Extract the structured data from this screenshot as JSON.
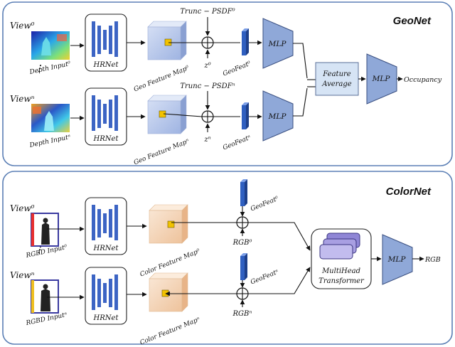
{
  "geonet": {
    "title": "GeoNet",
    "view_0": "View⁰",
    "view_n": "Viewⁿ",
    "depth_input_0": "Depth Input⁰",
    "depth_input_n": "Depth Inputⁿ",
    "hrnet": "HRNet",
    "geo_feature_map_0": "Geo Feature Map⁰",
    "geo_feature_map_n": "Geo Feature Mapⁿ",
    "trunc_psdf_0": "Trunc − PSDF⁰",
    "trunc_psdf_n": "Trunc − PSDFⁿ",
    "z_0": "z⁰",
    "z_n": "zⁿ",
    "geofeat_0": "GeoFeat⁰",
    "geofeat_n": "GeoFeatⁿ",
    "mlp": "MLP",
    "feature_average_line1": "Feature",
    "feature_average_line2": "Average",
    "occupancy": "Occupancy"
  },
  "colornet": {
    "title": "ColorNet",
    "view_0": "View⁰",
    "view_n": "Viewⁿ",
    "rgbd_input_0": "RGBD Input⁰",
    "rgbd_input_n": "RGBD Inputⁿ",
    "hrnet": "HRNet",
    "color_feature_map_0": "Color Feature Map⁰",
    "color_feature_map_n": "Color Feature Mapⁿ",
    "geofeat_0": "GeoFeat⁰",
    "geofeat_n": "GeoFeatⁿ",
    "rgb_0": "RGB⁰",
    "rgb_n": "RGBⁿ",
    "transformer_line1": "MultiHead",
    "transformer_line2": "Transformer",
    "mlp": "MLP",
    "rgb_output": "RGB"
  },
  "colors": {
    "panel_border": "#5b7fb5",
    "hrnet_bar": "#3c64c4",
    "geo_map_face": "#b8c8ea",
    "color_map_face": "#f3d3b6",
    "mlp_fill": "#8fa8d8",
    "feature_average_fill": "#d6e4f5",
    "geofeat_bar": "#2f5fc0"
  }
}
